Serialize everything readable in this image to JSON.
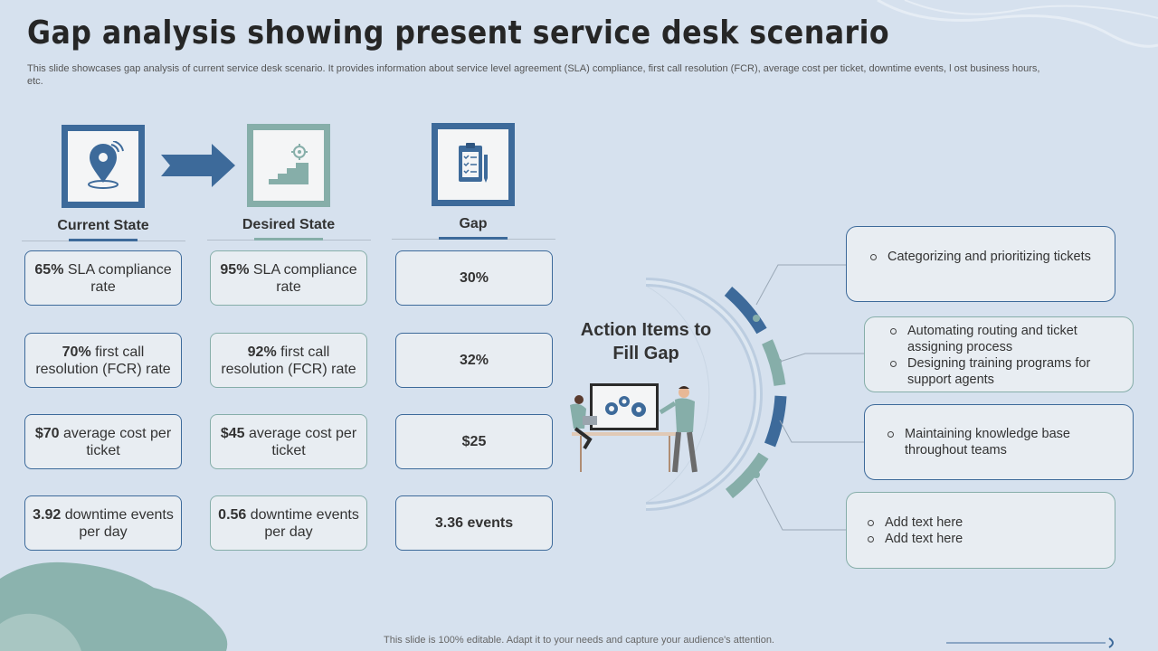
{
  "title": "Gap analysis showing present service desk scenario",
  "subtitle": "This slide showcases gap analysis of current service desk scenario. It provides information about service level agreement (SLA) compliance, first call resolution (FCR), average cost per ticket,  downtime events, l ost business hours, etc.",
  "columns": {
    "current": {
      "label": "Current State",
      "icon": "location-pin-icon",
      "cards": [
        {
          "value": "65%",
          "text": " SLA compliance rate"
        },
        {
          "value": "70%",
          "text": " first call resolution (FCR) rate"
        },
        {
          "value": "$70",
          "text": " average cost per ticket"
        },
        {
          "value": "3.92",
          "text": " downtime events per day"
        }
      ]
    },
    "desired": {
      "label": "Desired State",
      "icon": "stairs-goal-icon",
      "cards": [
        {
          "value": "95%",
          "text": " SLA compliance rate"
        },
        {
          "value": "92%",
          "text": " first call resolution (FCR) rate"
        },
        {
          "value": "$45",
          "text": " average cost per ticket"
        },
        {
          "value": "0.56",
          "text": " downtime events per day"
        }
      ]
    },
    "gap": {
      "label": "Gap",
      "icon": "clipboard-checklist-icon",
      "cards": [
        "30%",
        "32%",
        "$25",
        "3.36 events"
      ]
    }
  },
  "action": {
    "title": "Action Items to Fill Gap",
    "items": [
      [
        "Categorizing and prioritizing tickets"
      ],
      [
        "Automating routing and ticket assigning process",
        "Designing training programs for support agents"
      ],
      [
        "Maintaining knowledge base throughout teams"
      ],
      [
        "Add text here",
        "Add text here"
      ]
    ]
  },
  "footer": "This slide is 100% editable. Adapt it to your needs and capture your audience's attention.",
  "colors": {
    "background": "#d6e1ee",
    "dark_blue": "#3d6a9a",
    "teal": "#86aea9",
    "card_bg": "#e8edf2"
  }
}
